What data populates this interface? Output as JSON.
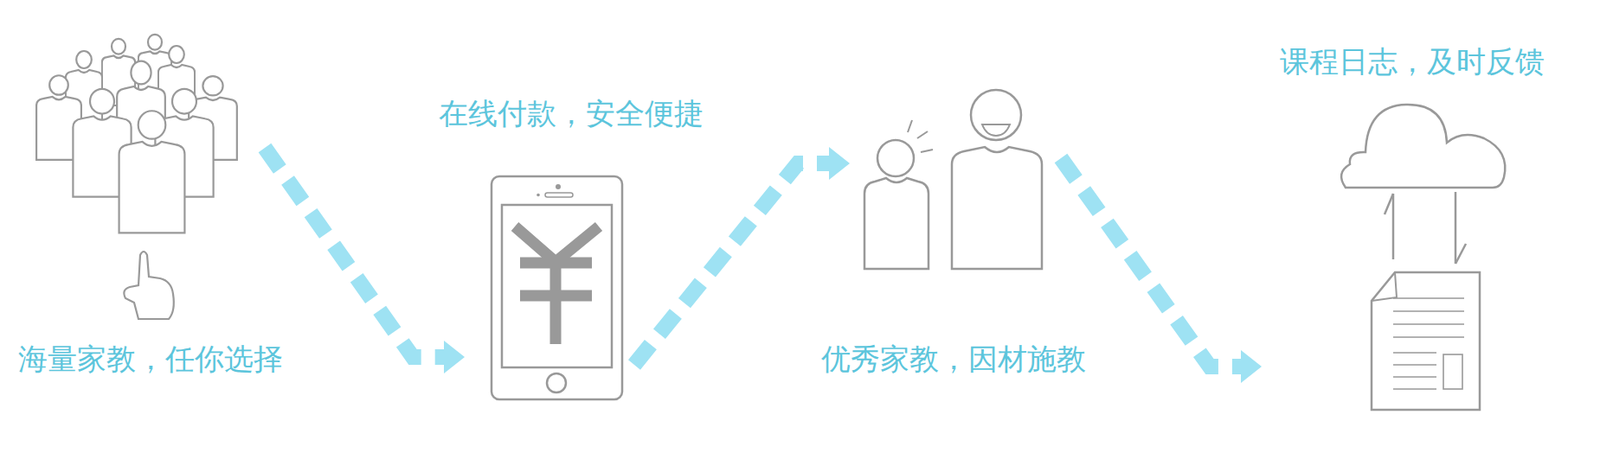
{
  "diagram": {
    "nodes": [
      {
        "text": [
          "海量家教，任你选择"
        ]
      },
      {
        "text": [
          "在线付款，安全便捷"
        ]
      },
      {
        "text": [
          "优秀家教，因材施教"
        ]
      },
      {
        "text": [
          "课程日志，及时反馈"
        ]
      }
    ],
    "edges": [
      {
        "from": 0,
        "to": 1,
        "arrow": "to"
      },
      {
        "from": 1,
        "to": 2,
        "arrow": "to"
      },
      {
        "from": 2,
        "to": 3,
        "arrow": "to"
      }
    ]
  }
}
